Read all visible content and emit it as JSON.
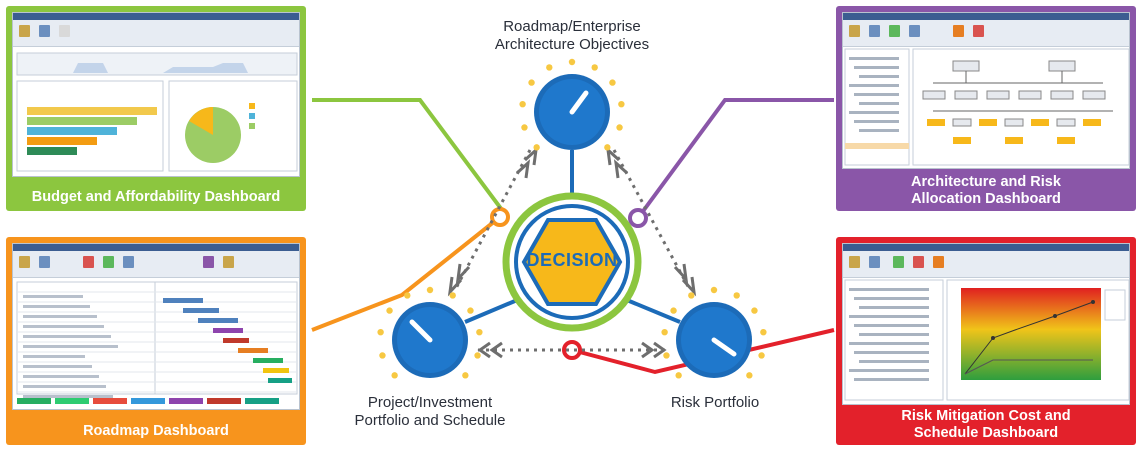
{
  "nodes": {
    "top_label": "Roadmap/Enterprise\nArchitecture Objectives",
    "left_label": "Project/Investment\nPortfolio and Schedule",
    "right_label": "Risk Portfolio",
    "center_label": "DECISION"
  },
  "panels": {
    "budget": {
      "caption": "Budget and Affordability Dashboard",
      "color": "#8cc63f"
    },
    "roadmap": {
      "caption": "Roadmap Dashboard",
      "color": "#f7941d"
    },
    "architecture": {
      "caption": "Architecture and Risk\nAllocation Dashboard",
      "color": "#8a56a8"
    },
    "risk": {
      "caption": "Risk Mitigation Cost and\nSchedule Dashboard",
      "color": "#e3212b"
    }
  },
  "colors": {
    "node_blue": "#1c6bb8",
    "hex_fill": "#f7b81a",
    "ring_green": "#8cc63f",
    "dots": "#f7c842",
    "chevrons": "#6e6e6e"
  }
}
